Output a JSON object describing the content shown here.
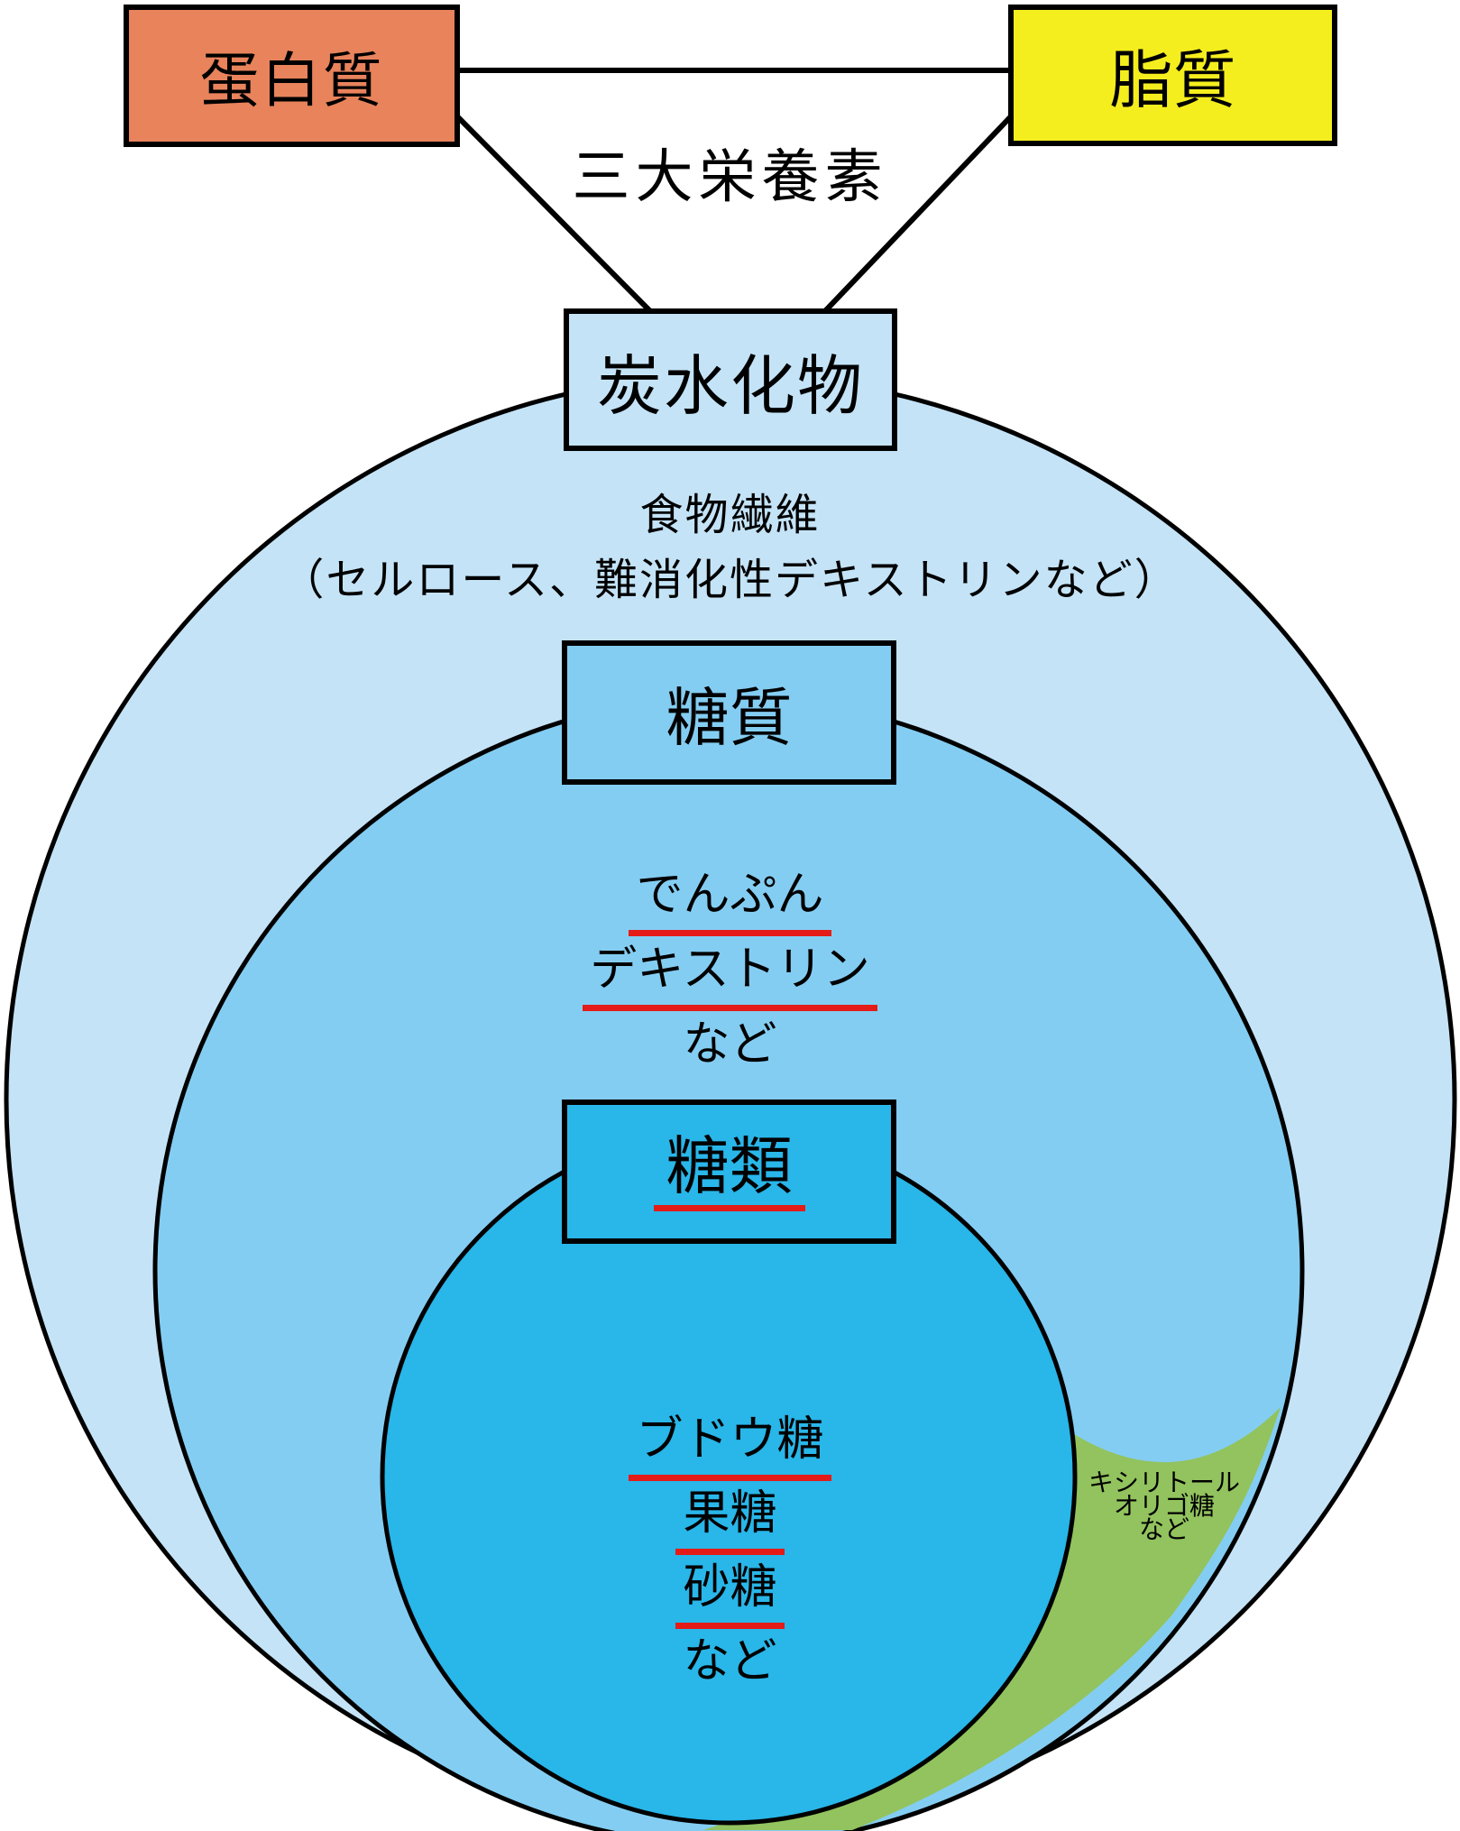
{
  "header": {
    "triad_label": "三大栄養素",
    "protein_label": "蛋白質",
    "fat_label": "脂質",
    "carbohydrate_label": "炭水化物"
  },
  "carbohydrate_circle": {
    "fiber_title": "食物繊維",
    "fiber_examples": "（セルロース、難消化性デキストリンなど）"
  },
  "sugar_circle": {
    "label": "糖質",
    "items": [
      {
        "text": "でんぷん",
        "underlined": true
      },
      {
        "text": "デキストリン",
        "underlined": true
      },
      {
        "text": "など",
        "underlined": false
      }
    ]
  },
  "sugars_circle": {
    "label": "糖類",
    "label_underlined": true,
    "items": [
      {
        "text": "ブドウ糖",
        "underlined": true
      },
      {
        "text": "果糖",
        "underlined": true
      },
      {
        "text": "砂糖",
        "underlined": true
      },
      {
        "text": "など",
        "underlined": false
      }
    ]
  },
  "green_region": {
    "lines": [
      "キシリトール",
      "オリゴ糖",
      "など"
    ]
  },
  "colors": {
    "protein_box": "#E8835C",
    "fat_box": "#F5EE1E",
    "carbohydrate_fill": "#C4E3F7",
    "sugar_fill": "#84CDF2",
    "sugars_fill": "#29B6E9",
    "green_fill": "#92C35E",
    "underline_red": "#E41B17",
    "outline": "#000000"
  }
}
